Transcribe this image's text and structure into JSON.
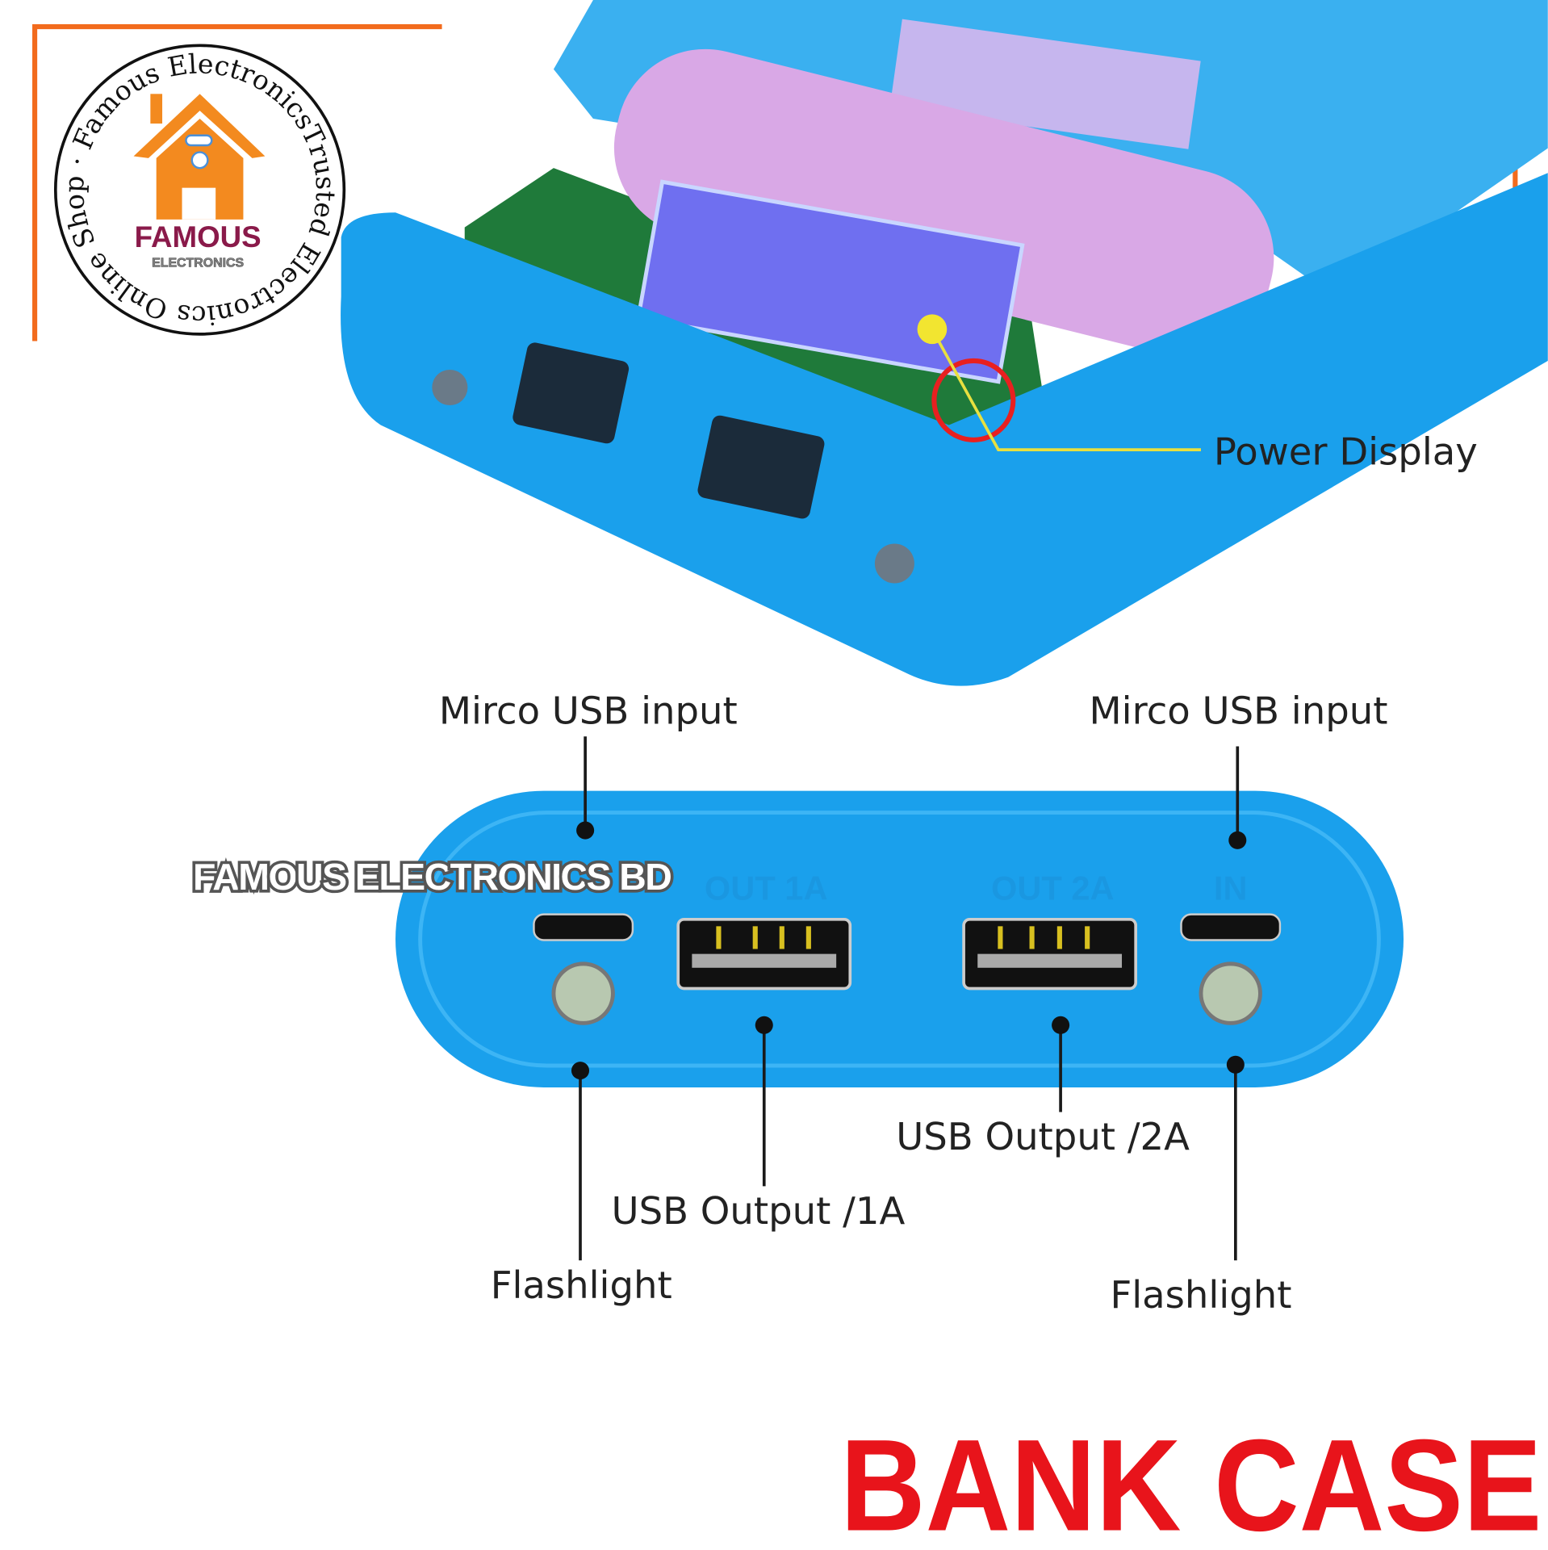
{
  "logo": {
    "ring_text": "Trusted Electronics Online Shop · Famous Electronics ·",
    "brand": "FAMOUS",
    "sub": "ELECTRONICS"
  },
  "watermark": "FAMOUS ELECTRONICS BD",
  "labels": {
    "power_display": "Power Display",
    "micro_usb_left": "Mirco USB input",
    "micro_usb_right": "Mirco USB input",
    "usb_out_1a": "USB Output /1A",
    "usb_out_2a": "USB Output /2A",
    "flashlight_left": "Flashlight",
    "flashlight_right": "Flashlight"
  },
  "device_markings": {
    "out1": "OUT 1A",
    "out2": "OUT 2A",
    "in": "IN"
  },
  "title": "BANK CASE",
  "colors": {
    "case_blue": "#1aa0ec",
    "accent_orange": "#f26b1d",
    "title_red": "#e8141b",
    "battery": "#d9a8e6"
  }
}
